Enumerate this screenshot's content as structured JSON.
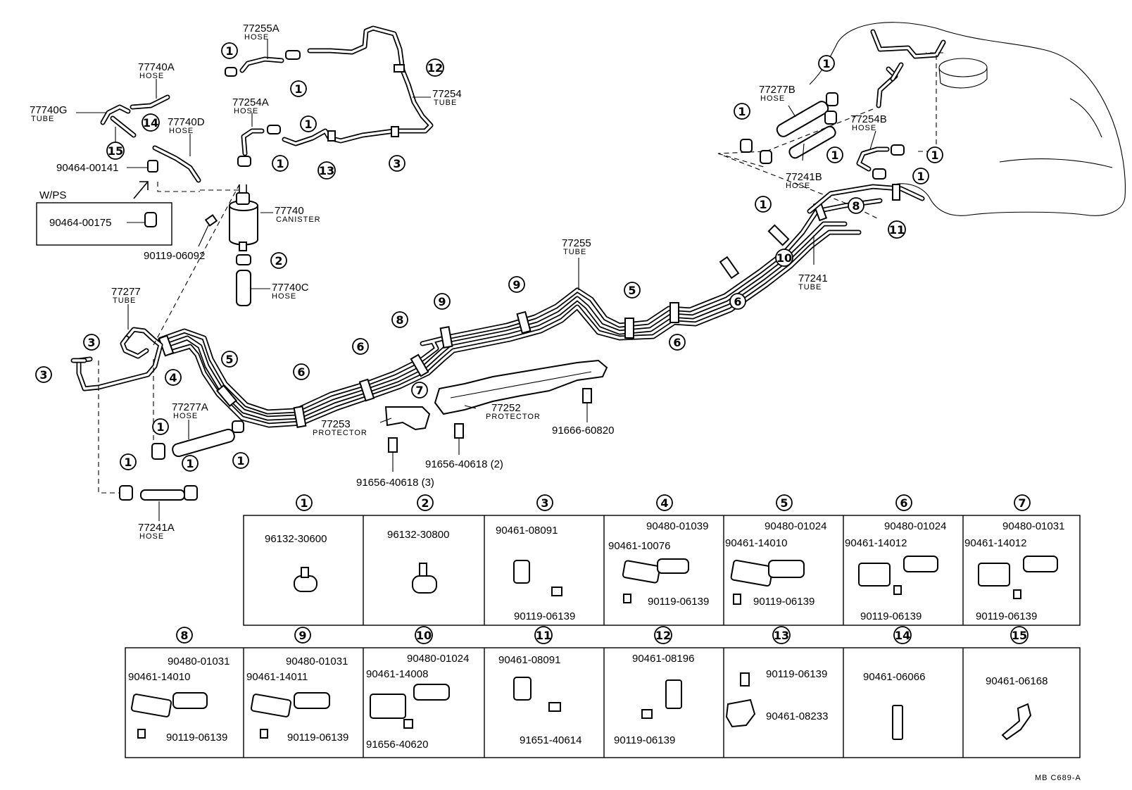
{
  "callouts": {
    "c1": "1",
    "c2": "2",
    "c3": "3",
    "c4": "4",
    "c5": "5",
    "c6": "6",
    "c7": "7",
    "c8": "8",
    "c9": "9",
    "c10": "10",
    "c11": "11",
    "c12": "12",
    "c13": "13",
    "c14": "14",
    "c15": "15"
  },
  "parts": {
    "p77255A": "77255A",
    "p77740A": "77740A",
    "p77740G": "77740G",
    "p77740D": "77740D",
    "p77254A": "77254A",
    "p77254": "77254",
    "p90464_00141": "90464-00141",
    "wps": "W/PS",
    "p90464_00175": "90464-00175",
    "p77740": "77740",
    "p90119_06092": "90119-06092",
    "p77740C": "77740C",
    "p77277": "77277",
    "p77277A": "77277A",
    "p77241A": "77241A",
    "p77253": "77253",
    "p77252": "77252",
    "p91656_40618_3": "91656-40618 (3)",
    "p91656_40618_2": "91656-40618 (2)",
    "p91666_60820": "91666-60820",
    "p77255": "77255",
    "p77277B": "77277B",
    "p77254B": "77254B",
    "p77241B": "77241B",
    "p77241": "77241"
  },
  "words": {
    "hose": "HOSE",
    "tube": "TUBE",
    "canister": "CANISTER",
    "protector": "PROTECTOR"
  },
  "legend_row1": [
    {
      "num": "1",
      "a": "96132-30600",
      "b": "",
      "c": ""
    },
    {
      "num": "2",
      "a": "96132-30800",
      "b": "",
      "c": ""
    },
    {
      "num": "3",
      "a": "90461-08091",
      "b": "90119-06139",
      "c": ""
    },
    {
      "num": "4",
      "a": "90480-01039",
      "b": "90461-10076",
      "c": "90119-06139"
    },
    {
      "num": "5",
      "a": "90480-01024",
      "b": "90461-14010",
      "c": "90119-06139"
    },
    {
      "num": "6",
      "a": "90480-01024",
      "b": "90461-14012",
      "c": "90119-06139"
    },
    {
      "num": "7",
      "a": "90480-01031",
      "b": "90461-14012",
      "c": "90119-06139"
    }
  ],
  "legend_row2": [
    {
      "num": "8",
      "a": "90480-01031",
      "b": "90461-14010",
      "c": "90119-06139"
    },
    {
      "num": "9",
      "a": "90480-01031",
      "b": "90461-14011",
      "c": "90119-06139"
    },
    {
      "num": "10",
      "a": "90480-01024",
      "b": "90461-14008",
      "c": "91656-40620"
    },
    {
      "num": "11",
      "a": "90461-08091",
      "b": "91651-40614",
      "c": ""
    },
    {
      "num": "12",
      "a": "90461-08196",
      "b": "90119-06139",
      "c": ""
    },
    {
      "num": "13",
      "a": "90119-06139",
      "b": "90461-08233",
      "c": ""
    },
    {
      "num": "14",
      "a": "90461-06066",
      "b": "",
      "c": ""
    },
    {
      "num": "15",
      "a": "90461-06168",
      "b": "",
      "c": ""
    }
  ],
  "footer_code": "MB C689-A"
}
